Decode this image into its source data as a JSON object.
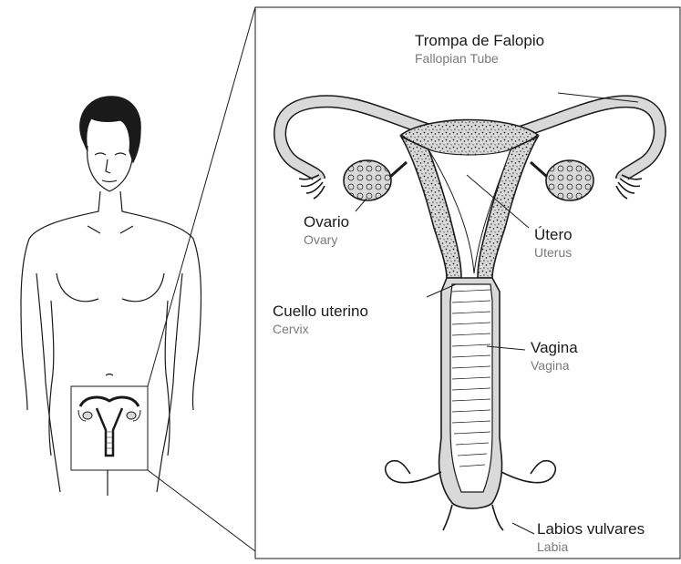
{
  "labels": {
    "fallopian_tube": {
      "es": "Trompa de Falopio",
      "en": "Fallopian Tube"
    },
    "ovary": {
      "es": "Ovario",
      "en": "Ovary"
    },
    "uterus": {
      "es": "Útero",
      "en": "Uterus"
    },
    "cervix": {
      "es": "Cuello uterino",
      "en": "Cervix"
    },
    "vagina": {
      "es": "Vagina",
      "en": "Vagina"
    },
    "labia": {
      "es": "Labios vulvares",
      "en": "Labia"
    }
  },
  "colors": {
    "line": "#1a1a1a",
    "tissue_fill": "#d9d9d9",
    "secondary_text": "#7a7a7a"
  }
}
